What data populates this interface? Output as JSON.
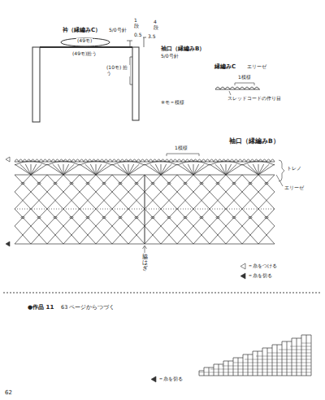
{
  "diagram": {
    "labels": [
      "衿（縁編みC）",
      "5/0号針",
      "0.5",
      "1段",
      "(49モ)",
      "(49モ)拾う",
      "3.5",
      "4段",
      "袖口（縁編みB）",
      "5/0号針",
      "(10モ) 拾う",
      "※モ＝模様",
      "縁編みC",
      "エリーゼ",
      "1模様",
      "スレッドコードの作り目",
      "袖口（縁編みB）",
      "1模様",
      "トレノ",
      "エリーゼ",
      "脇はぎ",
      "●作品 11",
      "63 ページからつづく",
      "62"
    ],
    "legend": [
      {
        "text": "＝糸をつける"
      },
      {
        "text": "＝糸を切る"
      },
      {
        "text": "＝糸を切る"
      }
    ]
  }
}
